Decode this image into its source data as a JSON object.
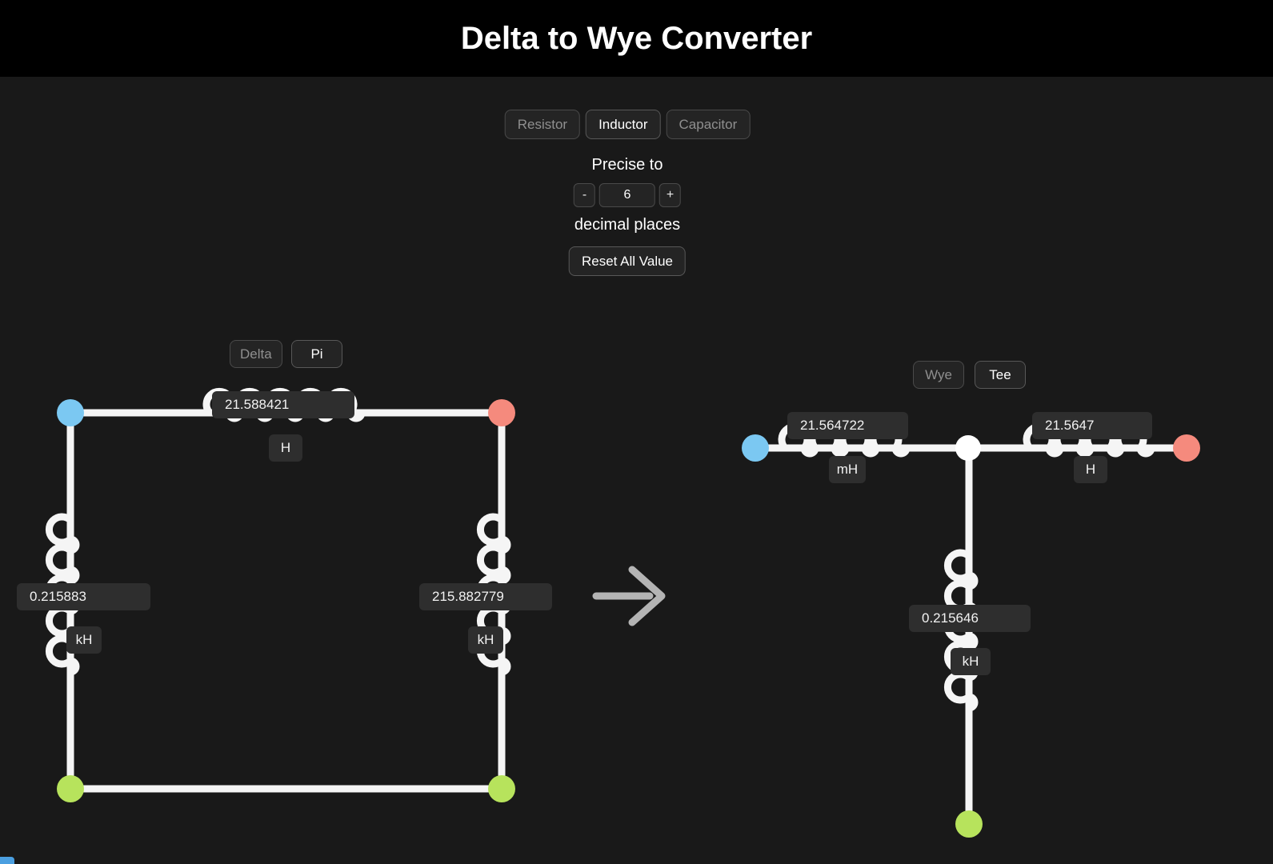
{
  "header": {
    "title": "Delta to Wye Converter"
  },
  "controls": {
    "component_tabs": [
      {
        "label": "Resistor",
        "selected": false
      },
      {
        "label": "Inductor",
        "selected": true
      },
      {
        "label": "Capacitor",
        "selected": false
      }
    ],
    "precision": {
      "label_top": "Precise to",
      "decrement_label": "-",
      "value": "6",
      "increment_label": "+",
      "label_bottom": "decimal places"
    },
    "reset_button_label": "Reset All Value"
  },
  "source_circuit": {
    "type_tabs": [
      {
        "label": "Delta",
        "selected": false
      },
      {
        "label": "Pi",
        "selected": true
      }
    ],
    "components": {
      "top": {
        "value": "21.588421",
        "unit": "H"
      },
      "left": {
        "value": "0.215883",
        "unit": "kH"
      },
      "right": {
        "value": "215.882779",
        "unit": "kH"
      }
    }
  },
  "target_circuit": {
    "type_tabs": [
      {
        "label": "Wye",
        "selected": false
      },
      {
        "label": "Tee",
        "selected": true
      }
    ],
    "components": {
      "left": {
        "value": "21.564722",
        "unit": "mH"
      },
      "right": {
        "value": "21.5647",
        "unit": "H"
      },
      "bottom": {
        "value": "0.215646",
        "unit": "kH"
      }
    }
  },
  "colors": {
    "node_blue": "#7bc8f2",
    "node_red": "#f58a7d",
    "node_green": "#b7e35c",
    "node_white": "#ffffff",
    "wire": "#f5f5f5",
    "arrow": "#b4b4b4"
  }
}
